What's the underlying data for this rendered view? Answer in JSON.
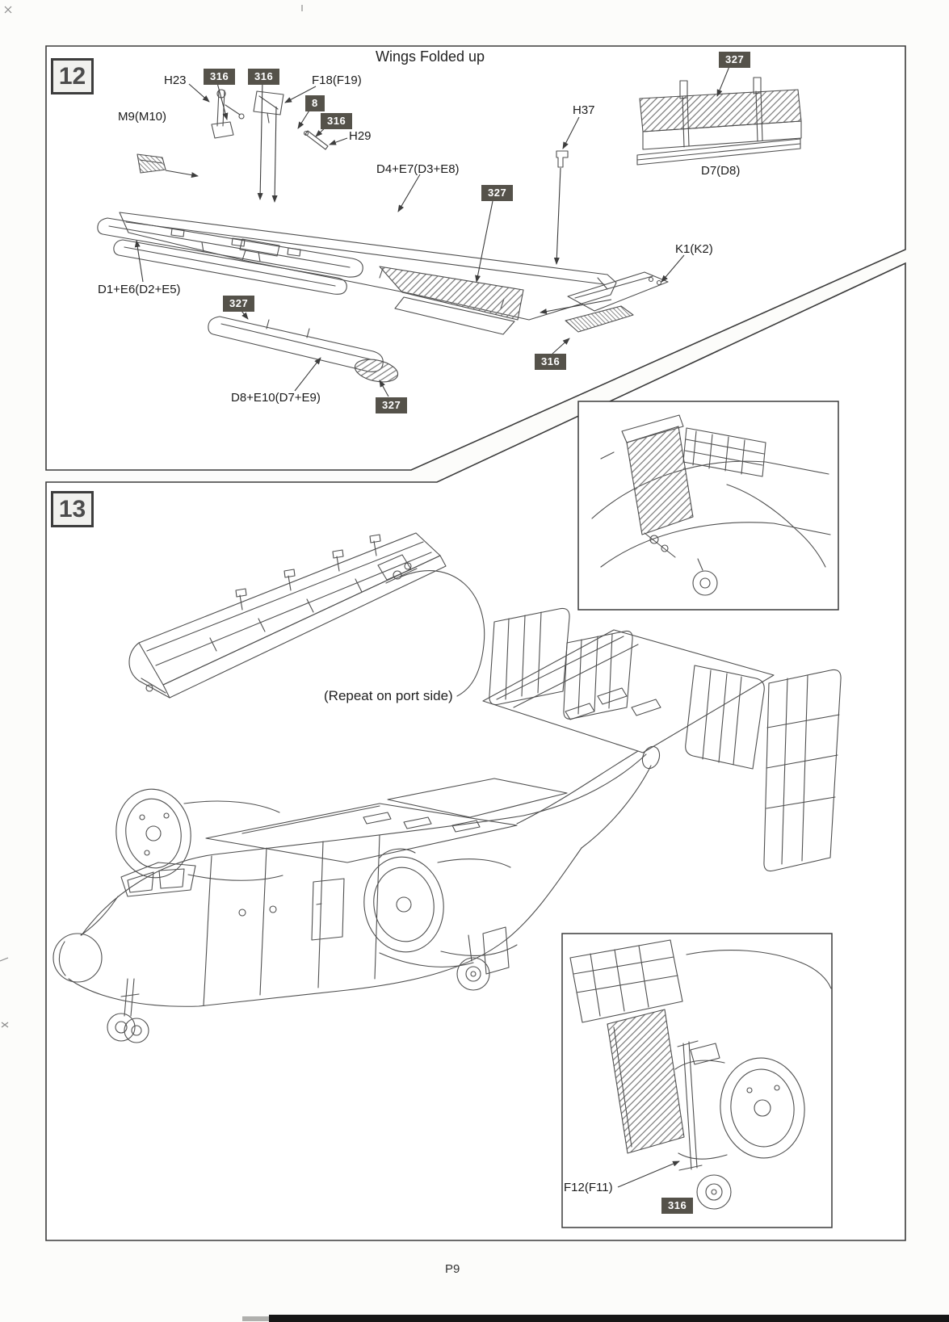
{
  "page": {
    "number": "P9"
  },
  "step12": {
    "number": "12",
    "title": "Wings Folded up",
    "part_labels": {
      "h23": "H23",
      "f18": "F18(F19)",
      "h29": "H29",
      "m9": "M9(M10)",
      "d4e7": "D4+E7(D3+E8)",
      "h37": "H37",
      "d7": "D7(D8)",
      "k1": "K1(K2)",
      "d1e6": "D1+E6(D2+E5)",
      "d8e10": "D8+E10(D7+E9)"
    },
    "paint_badges": {
      "b316": "316",
      "b327": "327",
      "b8": "8"
    }
  },
  "step13": {
    "number": "13",
    "note": "(Repeat on port side)",
    "part_labels": {
      "f12": "F12(F11)"
    },
    "paint_badges": {
      "b316": "316"
    }
  },
  "colors": {
    "badge_background": "#55524a",
    "badge_text": "#ffffff",
    "line_art": "#4f4f4f",
    "panel_border": "#3b3b3b"
  }
}
